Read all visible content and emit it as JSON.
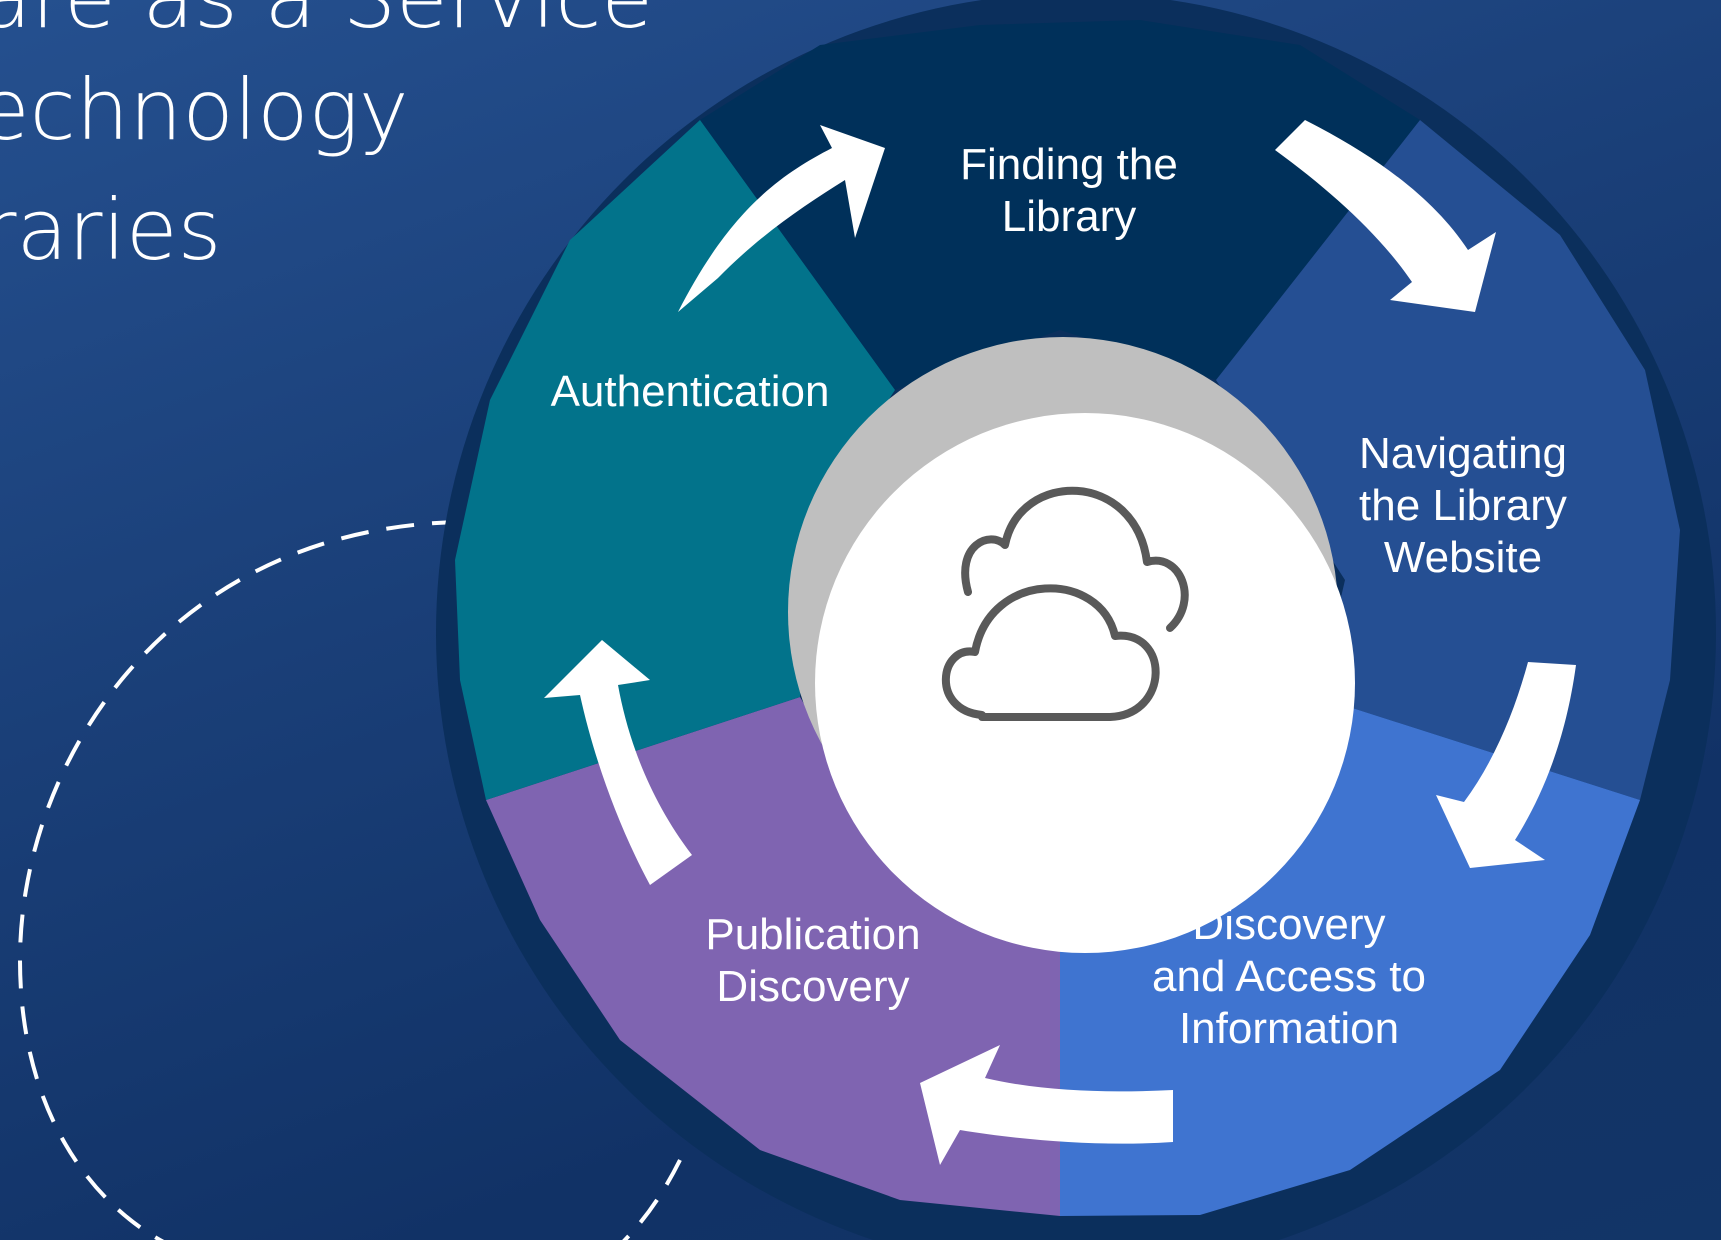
{
  "slide": {
    "title_lines": [
      "are as a Service",
      "echnology",
      "raries"
    ]
  },
  "diagram": {
    "segments": [
      {
        "label": "Finding the\nLibrary",
        "color": "#00305a"
      },
      {
        "label": "Navigating\nthe Library\nWebsite",
        "color": "#254f93"
      },
      {
        "label": "Discovery\nand Access to\nInformation",
        "color": "#3f74d0"
      },
      {
        "label": "Publication\nDiscovery",
        "color": "#7f64b1"
      },
      {
        "label": "Authentication",
        "color": "#02738b"
      }
    ],
    "center_icon": "cloud-icon",
    "arrow_color": "#ffffff",
    "hub_color": "#ffffff",
    "hub_shadow_color": "#bfbfbf",
    "outer_ring_color": "#0b2f5c"
  }
}
